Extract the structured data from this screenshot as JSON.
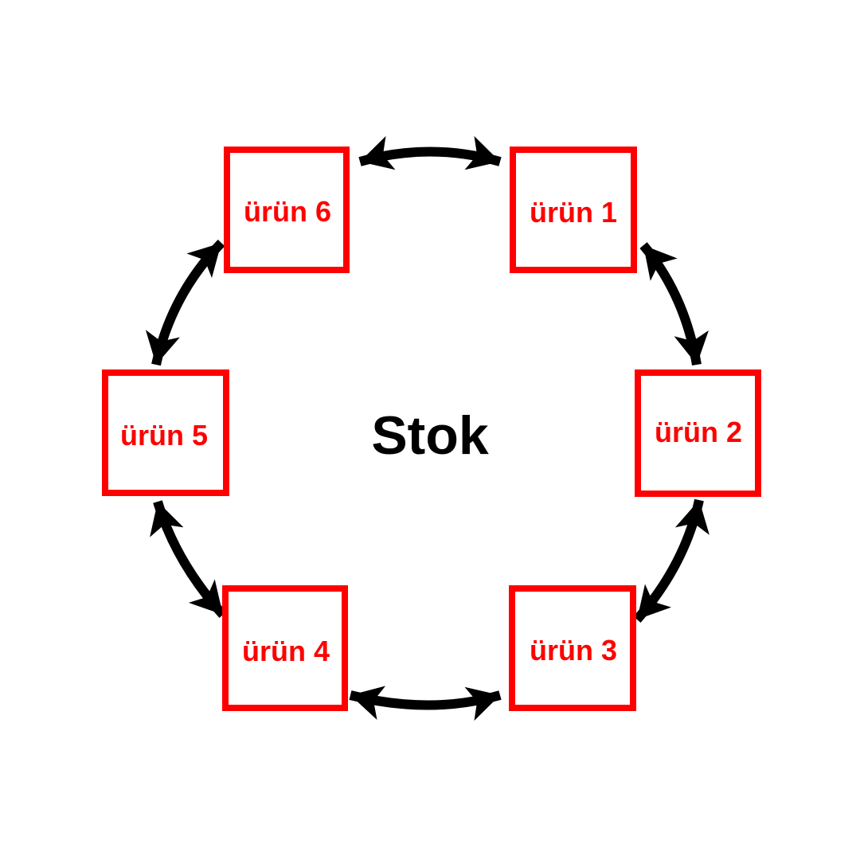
{
  "center": {
    "label": "Stok"
  },
  "colors": {
    "box": "#ff0000",
    "arrow": "#000000",
    "text": "#000000"
  },
  "nodes": [
    {
      "id": "urun-1",
      "label": "ürün 1"
    },
    {
      "id": "urun-2",
      "label": "ürün 2"
    },
    {
      "id": "urun-3",
      "label": "ürün 3"
    },
    {
      "id": "urun-4",
      "label": "ürün 4"
    },
    {
      "id": "urun-5",
      "label": "ürün 5"
    },
    {
      "id": "urun-6",
      "label": "ürün 6"
    }
  ],
  "edges": [
    {
      "from": "urun-6",
      "to": "urun-1",
      "type": "bidirectional"
    },
    {
      "from": "urun-1",
      "to": "urun-2",
      "type": "bidirectional"
    },
    {
      "from": "urun-2",
      "to": "urun-3",
      "type": "bidirectional"
    },
    {
      "from": "urun-3",
      "to": "urun-4",
      "type": "bidirectional"
    },
    {
      "from": "urun-4",
      "to": "urun-5",
      "type": "bidirectional"
    },
    {
      "from": "urun-5",
      "to": "urun-6",
      "type": "bidirectional"
    }
  ]
}
